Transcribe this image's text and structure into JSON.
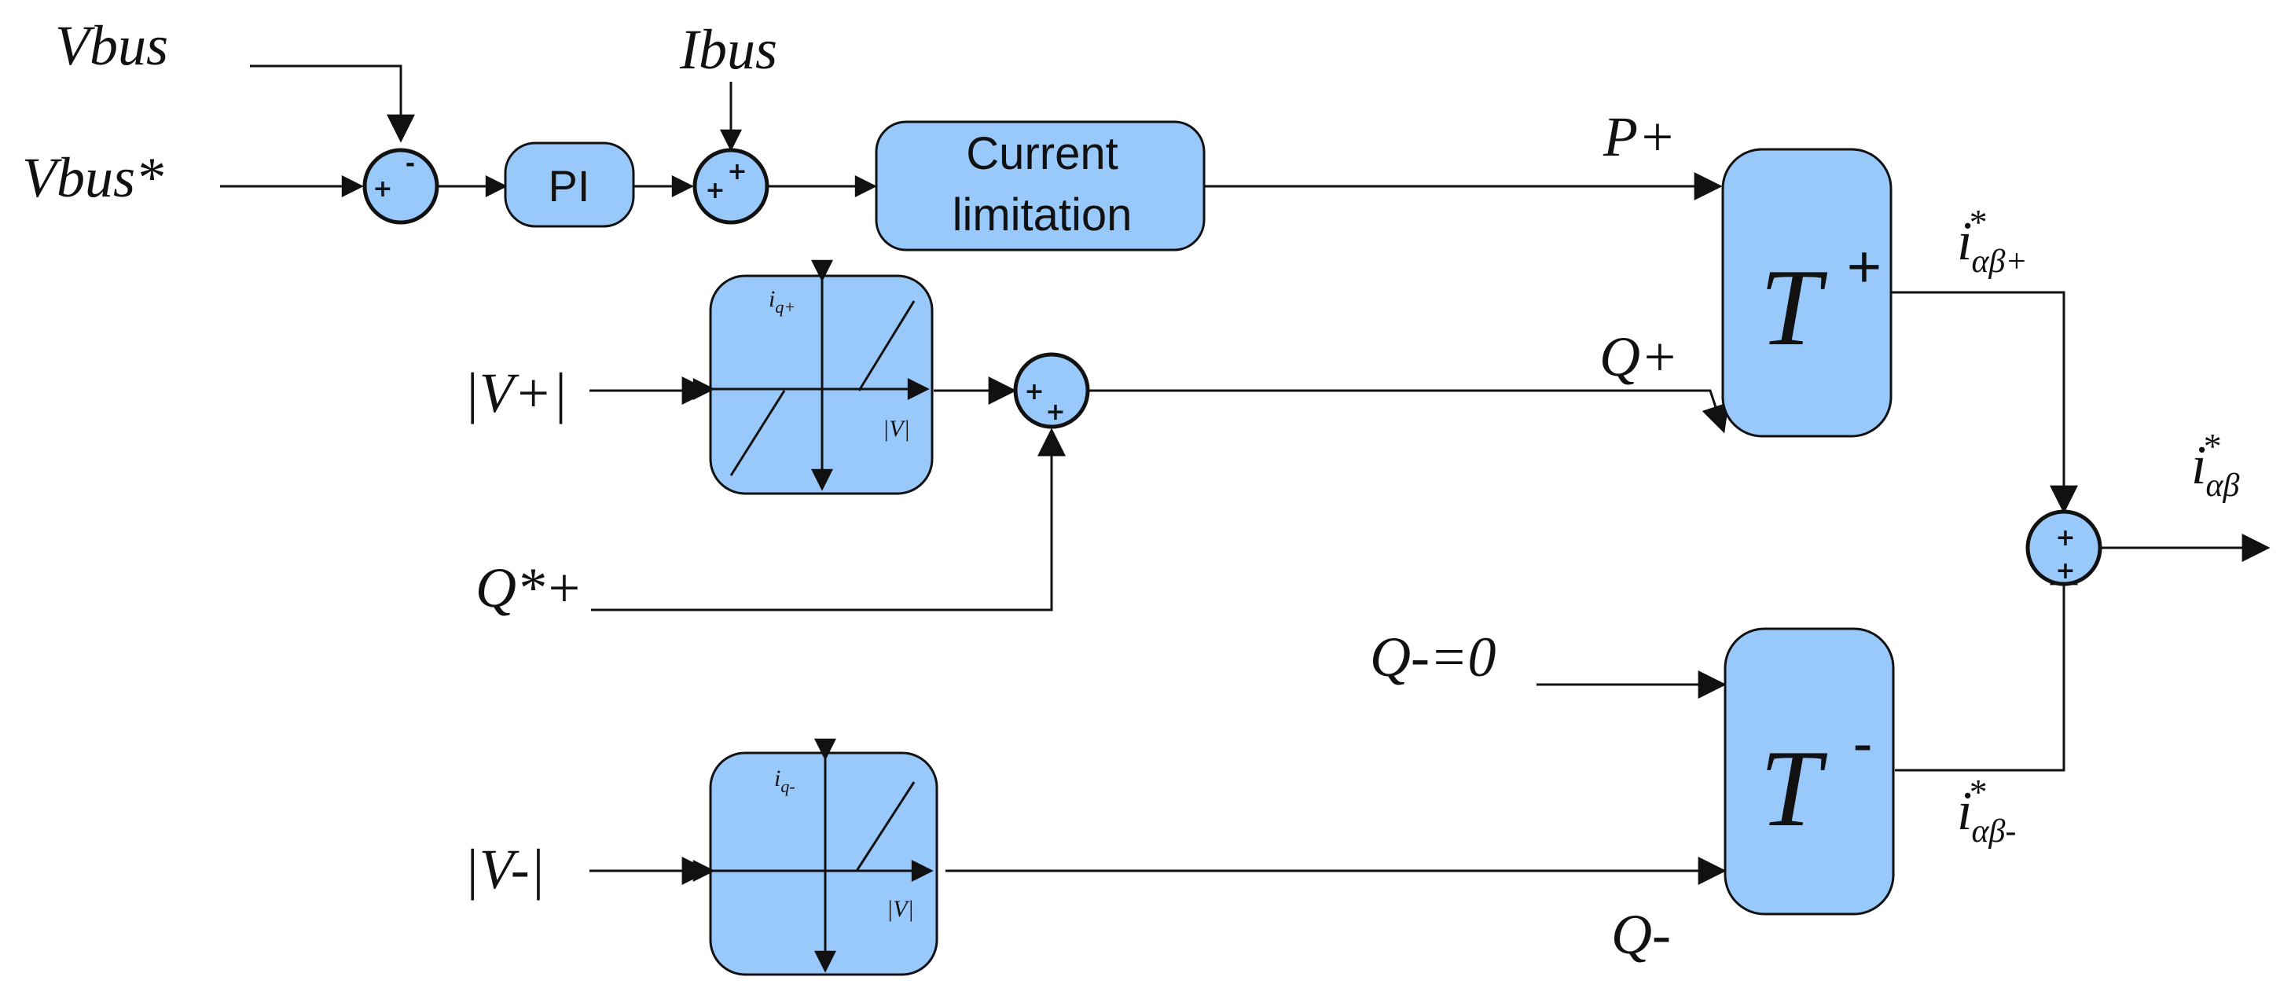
{
  "inputs": {
    "vbus": "Vbus",
    "vbus_ref": "Vbus*",
    "ibus": "Ibus",
    "v_plus": "|V+|",
    "q_ref_plus": "Q*+",
    "q_minus_zero": "Q-=0",
    "v_minus": "|V-|"
  },
  "blocks": {
    "pi": "PI",
    "current_limitation_line1": "Current",
    "current_limitation_line2": "limitation",
    "t_plus_main": "T",
    "t_plus_sup": "+",
    "t_minus_main": "T",
    "t_minus_sup": "-"
  },
  "signals": {
    "p_plus": "P+",
    "q_plus": "Q+",
    "q_minus": "Q-",
    "i_ab_plus_main": "i",
    "i_ab_plus_star": "*",
    "i_ab_plus_sub": "αβ+",
    "i_ab_minus_main": "i",
    "i_ab_minus_star": "*",
    "i_ab_minus_sub": "αβ-",
    "i_ab_main": "i",
    "i_ab_star": "*",
    "i_ab_sub": "αβ"
  },
  "characteristics": {
    "upper_y_main": "i",
    "upper_y_sub": "q+",
    "upper_x": "|V|",
    "lower_y_main": "i",
    "lower_y_sub": "q-",
    "lower_x": "|V|"
  },
  "sum_signs": {
    "s1_left": "+",
    "s1_top": "-",
    "s2_left": "+",
    "s2_top": "+",
    "s3_left": "+",
    "s3_bottom": "+",
    "s4_top": "+",
    "s4_bottom": "+"
  },
  "colors": {
    "block_fill": "#99c9fb",
    "stroke": "#111111"
  }
}
